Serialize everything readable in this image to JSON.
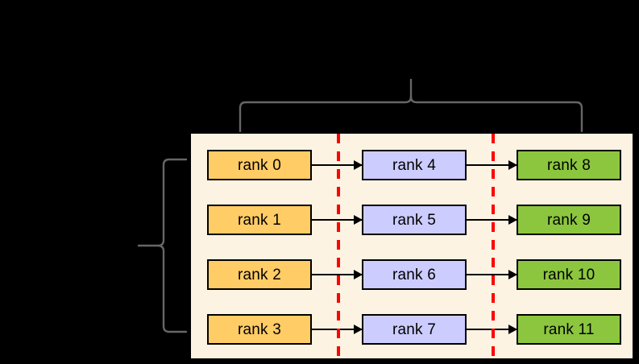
{
  "diagram": {
    "title": "rank grid with pipeline and data-parallel braces",
    "background_color": "#000000",
    "panel_color": "#fdf3e3",
    "divider_color": "#ff0000",
    "brace_color": "#666666"
  },
  "groups": [
    {
      "id": "group-a",
      "color": "#ffcc66"
    },
    {
      "id": "group-b",
      "color": "#ccccff"
    },
    {
      "id": "group-c",
      "color": "#8cc63f"
    }
  ],
  "rows": [
    {
      "cells": [
        {
          "label": "rank 0",
          "group": "group-a"
        },
        {
          "label": "rank 4",
          "group": "group-b"
        },
        {
          "label": "rank 8",
          "group": "group-c"
        }
      ]
    },
    {
      "cells": [
        {
          "label": "rank 1",
          "group": "group-a"
        },
        {
          "label": "rank 5",
          "group": "group-b"
        },
        {
          "label": "rank 9",
          "group": "group-c"
        }
      ]
    },
    {
      "cells": [
        {
          "label": "rank 2",
          "group": "group-a"
        },
        {
          "label": "rank 6",
          "group": "group-b"
        },
        {
          "label": "rank 10",
          "group": "group-c"
        }
      ]
    },
    {
      "cells": [
        {
          "label": "rank 3",
          "group": "group-a"
        },
        {
          "label": "rank 7",
          "group": "group-b"
        },
        {
          "label": "rank 11",
          "group": "group-c"
        }
      ]
    }
  ],
  "dividers": [
    {
      "id": "divider-1"
    },
    {
      "id": "divider-2"
    }
  ],
  "braces": [
    {
      "id": "top-brace",
      "orientation": "horizontal",
      "label": ""
    },
    {
      "id": "left-brace",
      "orientation": "vertical",
      "label": ""
    }
  ]
}
